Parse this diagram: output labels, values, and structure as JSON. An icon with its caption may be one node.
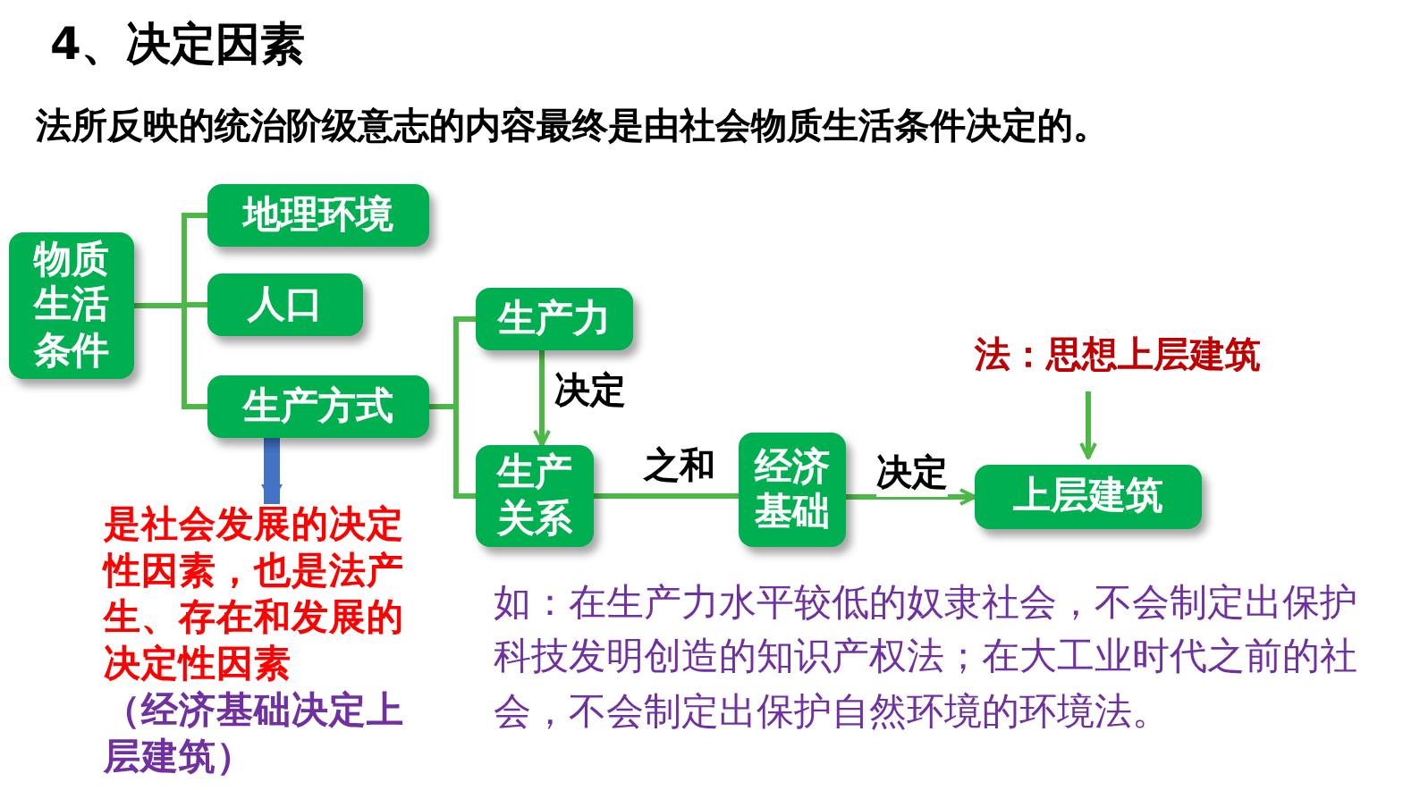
{
  "diagram": {
    "title": "4、决定因素",
    "nodes": [
      {
        "text": [
          "物质生活条件"
        ]
      },
      {
        "text": [
          "地理环境"
        ]
      },
      {
        "text": [
          "人口"
        ]
      },
      {
        "text": [
          "生产方式"
        ]
      },
      {
        "text": [
          "生产力"
        ]
      },
      {
        "text": [
          "生产关系"
        ]
      },
      {
        "text": [
          "经济基础"
        ]
      },
      {
        "text": [
          "上层建筑"
        ]
      },
      {
        "text": [
          "法：思想上层建筑"
        ]
      },
      {
        "text": [
          "是社会发展的决定性因素，也是法产生、存在和发展的决定性因素",
          "（经济基础决定上层建筑）"
        ]
      }
    ],
    "edges": [
      {
        "from": 0,
        "to": 1,
        "arrow": "none"
      },
      {
        "from": 0,
        "to": 2,
        "arrow": "none"
      },
      {
        "from": 0,
        "to": 3,
        "arrow": "none"
      },
      {
        "from": 3,
        "to": 4,
        "arrow": "none"
      },
      {
        "from": 3,
        "to": 5,
        "arrow": "none"
      },
      {
        "from": 4,
        "to": 5,
        "arrow": "to",
        "label": "决定"
      },
      {
        "from": 5,
        "to": 6,
        "arrow": "none",
        "label": "之和"
      },
      {
        "from": 6,
        "to": 7,
        "arrow": "to",
        "label": "决定"
      },
      {
        "from": 8,
        "to": 7,
        "arrow": "to"
      },
      {
        "from": 3,
        "to": 9,
        "arrow": "to",
        "style": "thick",
        "color": "#4472c4"
      }
    ],
    "labels": [
      "法所反映的统治阶级意志的内容最终是由**社会物质生活条件**决定的。",
      "如：在生产力水平较低的奴隶社会，不会制定出保护科技发明创造的知识产权法；在大工业时代之前的社会，不会制定出保护自然环境的环境法。"
    ]
  }
}
